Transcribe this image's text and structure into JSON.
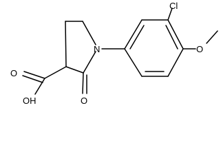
{
  "labels": {
    "cl": "Cl",
    "n": "N",
    "ome": "O",
    "ketone_o": "O",
    "acid_oh": "OH",
    "acid_o": "O"
  }
}
